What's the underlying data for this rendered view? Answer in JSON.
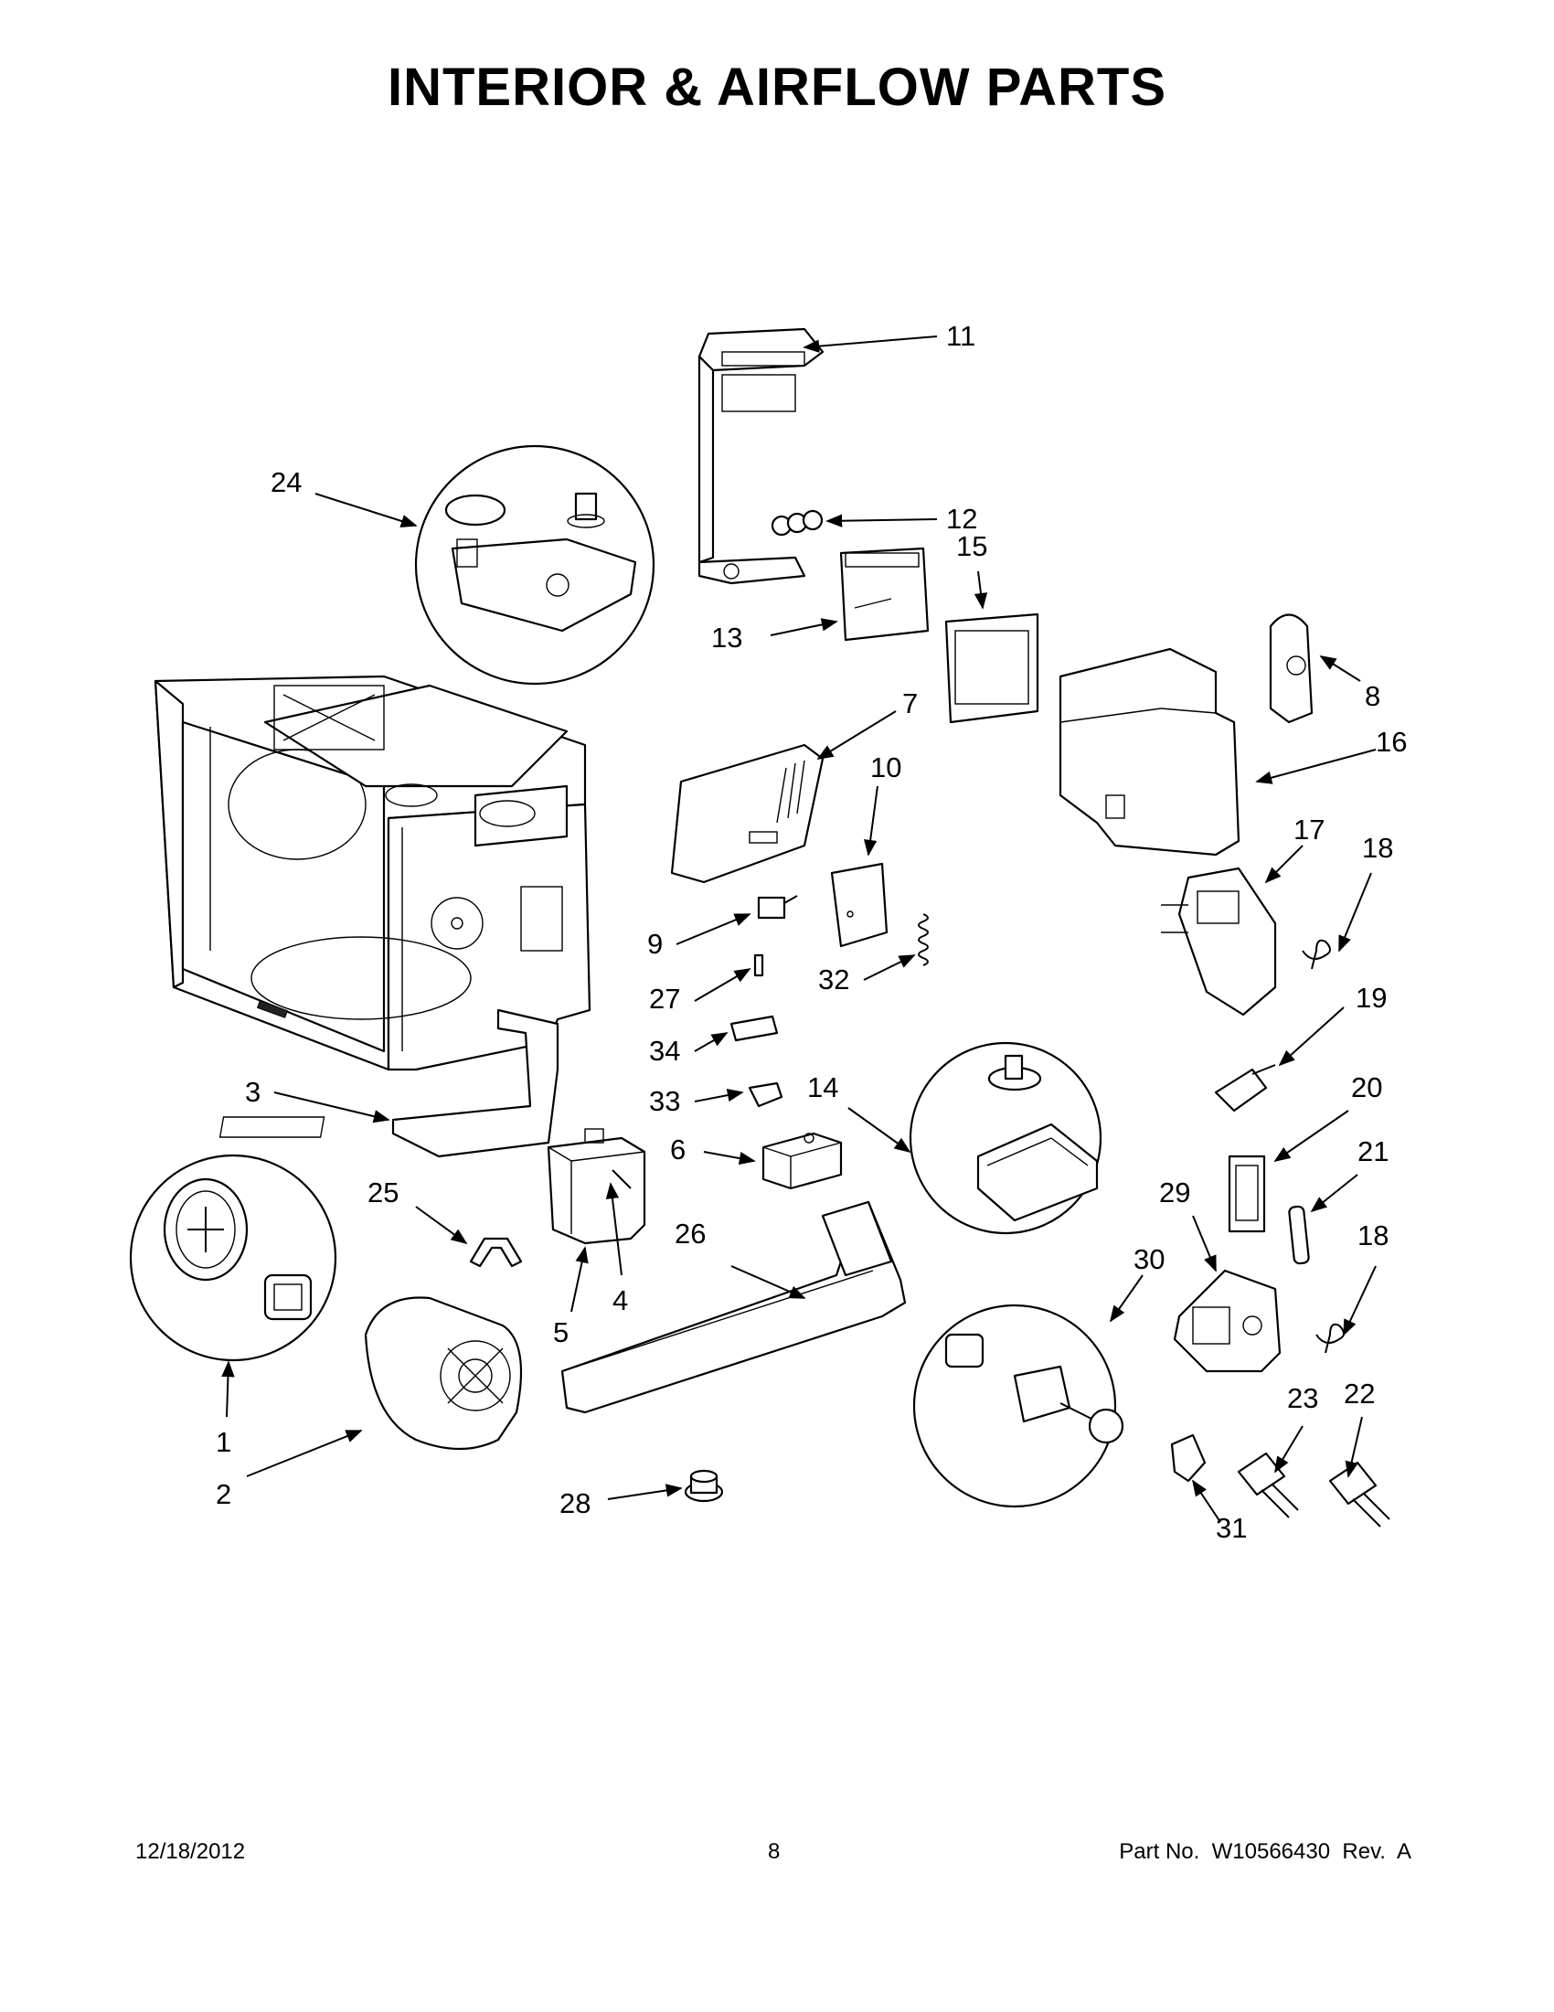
{
  "title": "INTERIOR & AIRFLOW PARTS",
  "footer": {
    "date": "12/18/2012",
    "page": "8",
    "part_no": "Part No.  W10566430  Rev.  A"
  },
  "callouts": [
    "1",
    "2",
    "3",
    "4",
    "5",
    "6",
    "7",
    "8",
    "9",
    "10",
    "11",
    "12",
    "13",
    "14",
    "15",
    "16",
    "17",
    "18",
    "18",
    "19",
    "20",
    "21",
    "22",
    "23",
    "24",
    "25",
    "26",
    "27",
    "28",
    "29",
    "30",
    "31",
    "32",
    "33",
    "34"
  ]
}
